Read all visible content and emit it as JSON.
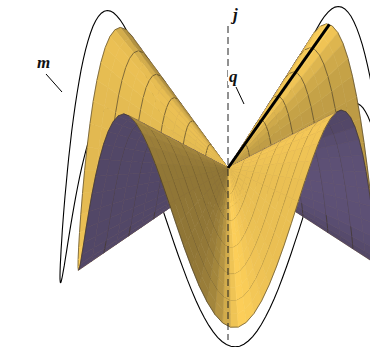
{
  "diagram": {
    "labels": [
      "j",
      "m",
      "q"
    ]
  }
}
